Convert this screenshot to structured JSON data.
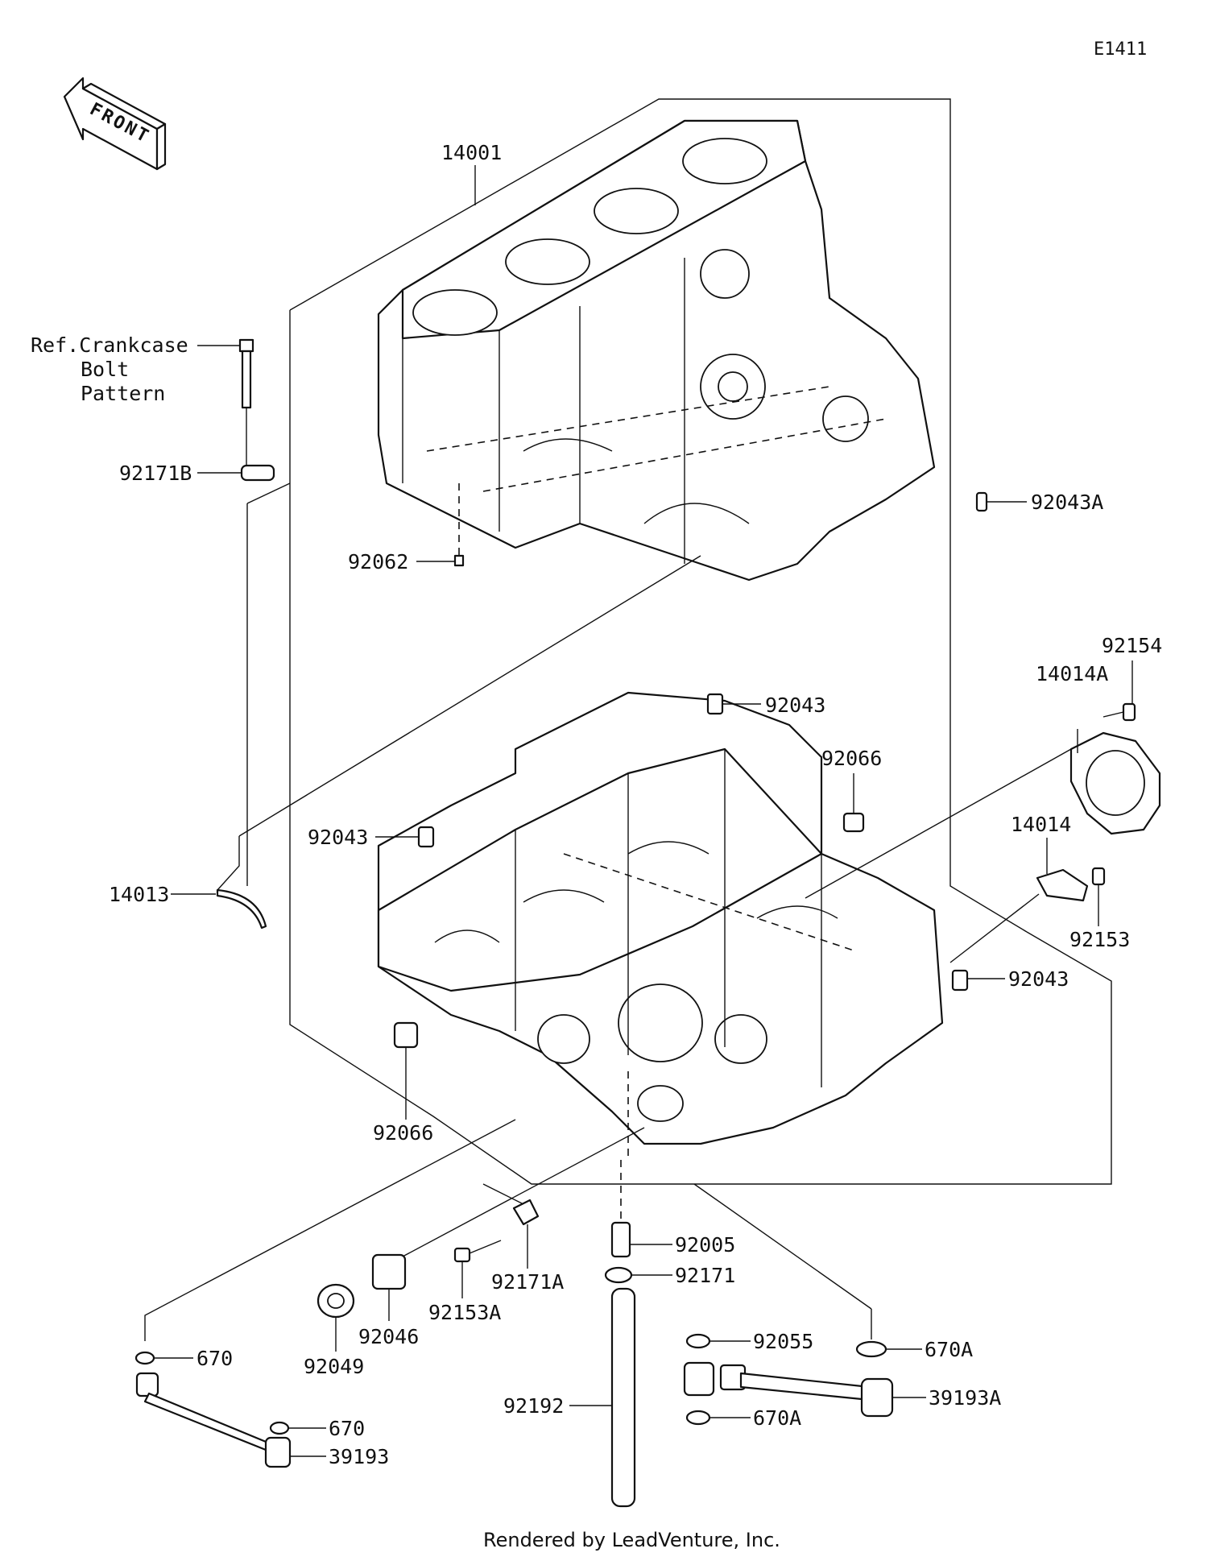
{
  "diagram_code": "E1411",
  "front_label": "FRONT",
  "ref_note": [
    "Ref.Crankcase",
    "Bolt",
    "Pattern"
  ],
  "footer": "Rendered by LeadVenture, Inc.",
  "parts": {
    "p14001": "14001",
    "p92171B": "92171B",
    "p92062": "92062",
    "p92043A": "92043A",
    "p92154": "92154",
    "p14014A": "14014A",
    "p92043_top": "92043",
    "p92066_right": "92066",
    "p92043_left": "92043",
    "p14014": "14014",
    "p14013": "14013",
    "p92153": "92153",
    "p92043_right": "92043",
    "p92066_left": "92066",
    "p92005": "92005",
    "p92171A": "92171A",
    "p92153A": "92153A",
    "p92046": "92046",
    "p92049": "92049",
    "p92171": "92171",
    "p670_a": "670",
    "p92055": "92055",
    "p670A_a": "670A",
    "p92192": "92192",
    "p39193A": "39193A",
    "p670_b": "670",
    "p670A_b": "670A",
    "p39193": "39193"
  }
}
